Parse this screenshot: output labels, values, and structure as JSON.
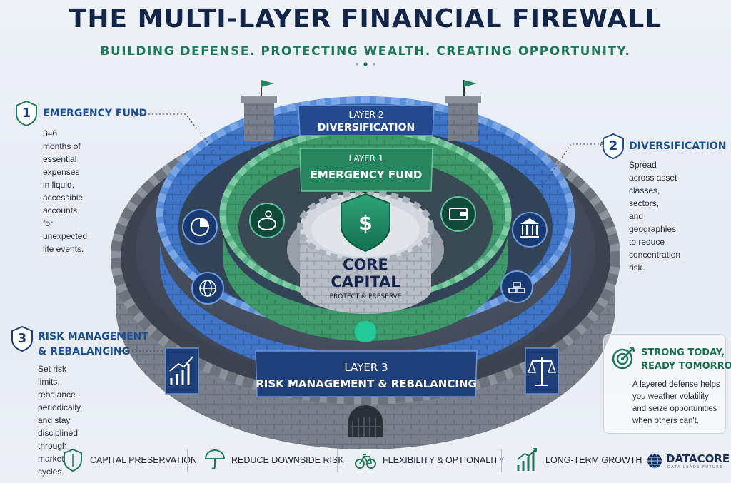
{
  "header": {
    "title": "THE MULTI-LAYER FINANCIAL FIREWALL",
    "subtitle": "BUILDING DEFENSE. PROTECTING WEALTH. CREATING OPPORTUNITY."
  },
  "fortress": {
    "layer2_banner": {
      "line1": "LAYER 2",
      "line2": "DIVERSIFICATION"
    },
    "layer1_banner": {
      "line1": "LAYER 1",
      "line2": "EMERGENCY FUND"
    },
    "layer3_banner": {
      "line1": "LAYER 3",
      "line2": "RISK MANAGEMENT & REBALANCING"
    },
    "core": {
      "line1": "CORE",
      "line2": "CAPITAL",
      "tagline": "PROTECT & PRESERVE",
      "shield_symbol": "$"
    },
    "icons": [
      "pie-chart-icon",
      "piggy-bank-icon",
      "wallet-icon",
      "bank-icon",
      "globe-icon",
      "gold-bars-icon",
      "growth-chart-icon",
      "balance-scale-icon"
    ]
  },
  "sides": {
    "emergency": {
      "num": "1",
      "title": "EMERGENCY FUND",
      "lines": [
        "3–6 months of essential",
        "expenses in liquid,",
        "accessible accounts",
        "for unexpected",
        "life events."
      ]
    },
    "diversification": {
      "num": "2",
      "title": "DIVERSIFICATION",
      "lines": [
        "Spread across asset",
        "classes, sectors,",
        "and geographies",
        "to reduce",
        "concentration risk."
      ]
    },
    "risk": {
      "num": "3",
      "title_lines": [
        "RISK MANAGEMENT",
        "& REBALANCING"
      ],
      "lines": [
        "Set risk limits,",
        "rebalance periodically,",
        "and stay disciplined",
        "through market cycles."
      ]
    }
  },
  "card": {
    "title_lines": [
      "STRONG TODAY,",
      "READY TOMORROW"
    ],
    "lines": [
      "A layered defense helps",
      "you weather volatility",
      "and seize opportunities",
      "when others can't."
    ]
  },
  "footer": {
    "items": [
      "CAPITAL PRESERVATION",
      "REDUCE DOWNSIDE RISK",
      "FLEXIBILITY & OPTIONALITY",
      "LONG-TERM GROWTH"
    ]
  },
  "brand": {
    "name": "DATACORE",
    "tagline": "DATA LEADS FUTURE"
  },
  "colors": {
    "navy": "#13264a",
    "green": "#1f7a5a",
    "blue_wall": "#3f74c6",
    "green_wall": "#3f9a6c",
    "stone": "#7b818c"
  }
}
